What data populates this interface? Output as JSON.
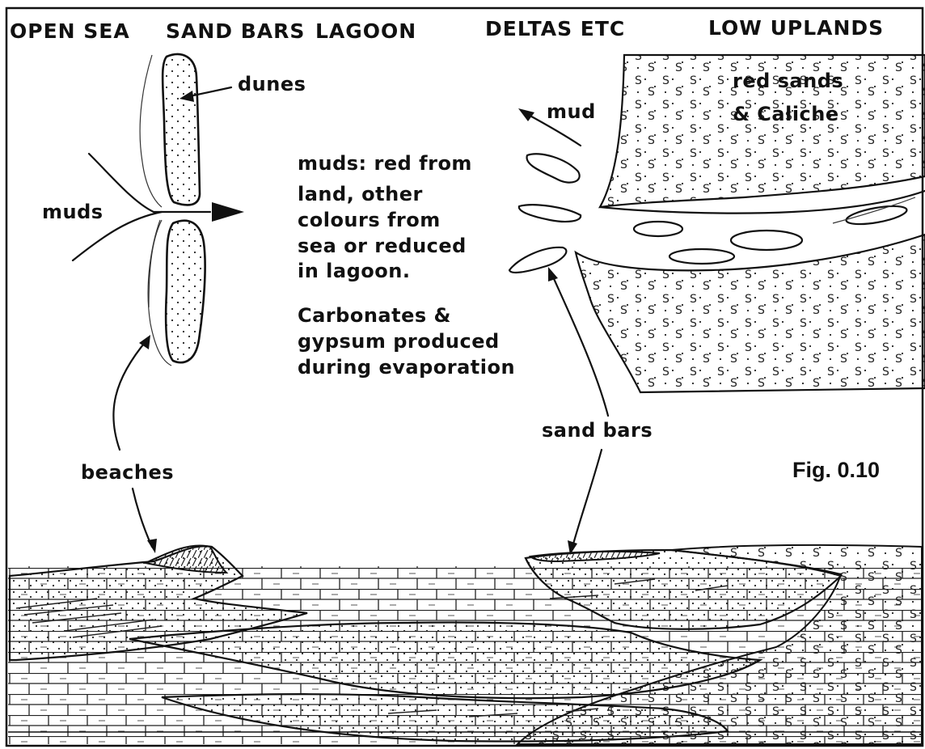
{
  "header": {
    "open_sea": "OPEN SEA",
    "sand_bars": "SAND BARS",
    "lagoon": "LAGOON",
    "deltas": "DELTAS ETC",
    "low_uplands": "LOW UPLANDS"
  },
  "labels": {
    "dunes": "dunes",
    "muds": "muds",
    "mud": "mud",
    "red_sands_1": "red sands",
    "red_sands_2": "& Caliche",
    "lagoon_note": [
      "muds: red from",
      "land, other",
      "colours from",
      "sea or reduced",
      "in lagoon."
    ],
    "carbonate_note": [
      "Carbonates &",
      "gypsum produced",
      "during evaporation"
    ],
    "sand_bars": "sand bars",
    "beaches": "beaches",
    "figure_number": "Fig. 0.10"
  }
}
